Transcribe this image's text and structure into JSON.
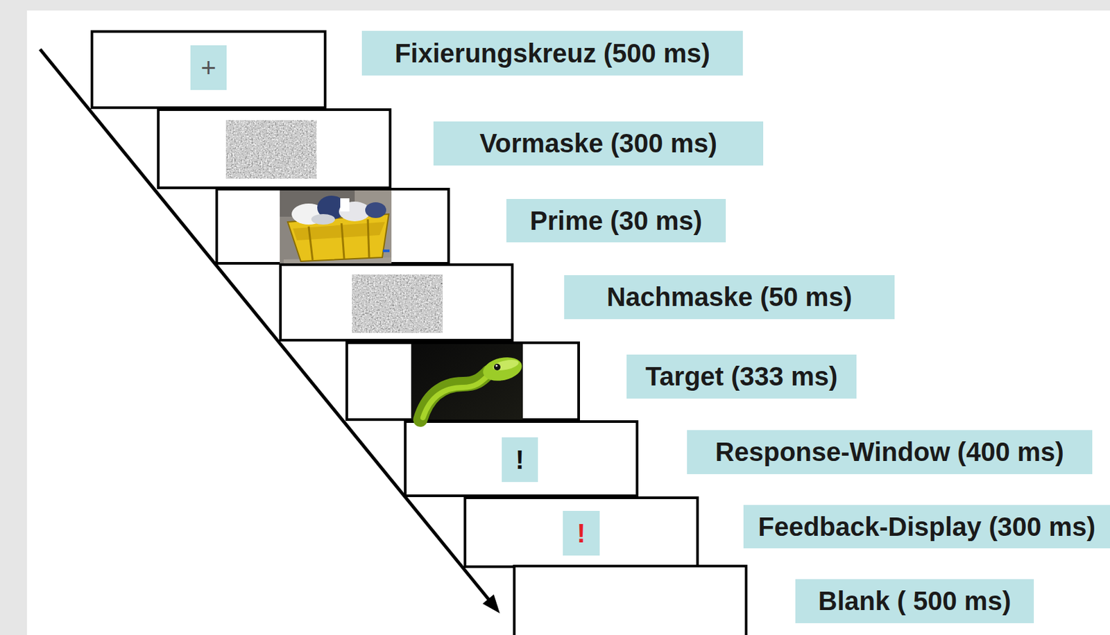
{
  "diagram": {
    "nodes": [
      {
        "text": [
          "+"
        ]
      },
      {
        "text": [
          "Fixierungskreuz (500 ms)"
        ]
      },
      {
        "text": [
          "Vormaske (300 ms)"
        ]
      },
      {
        "text": [
          "Prime (30 ms)"
        ]
      },
      {
        "text": [
          "Nachmaske (50 ms)"
        ]
      },
      {
        "text": [
          "Target (333 ms)"
        ]
      },
      {
        "text": [
          "!"
        ]
      },
      {
        "text": [
          "Response-Window (400 ms)"
        ]
      },
      {
        "text": [
          "!"
        ]
      },
      {
        "text": [
          "Feedback-Display (300 ms)"
        ]
      },
      {
        "text": [
          "Blank ( 500 ms)"
        ]
      }
    ]
  }
}
